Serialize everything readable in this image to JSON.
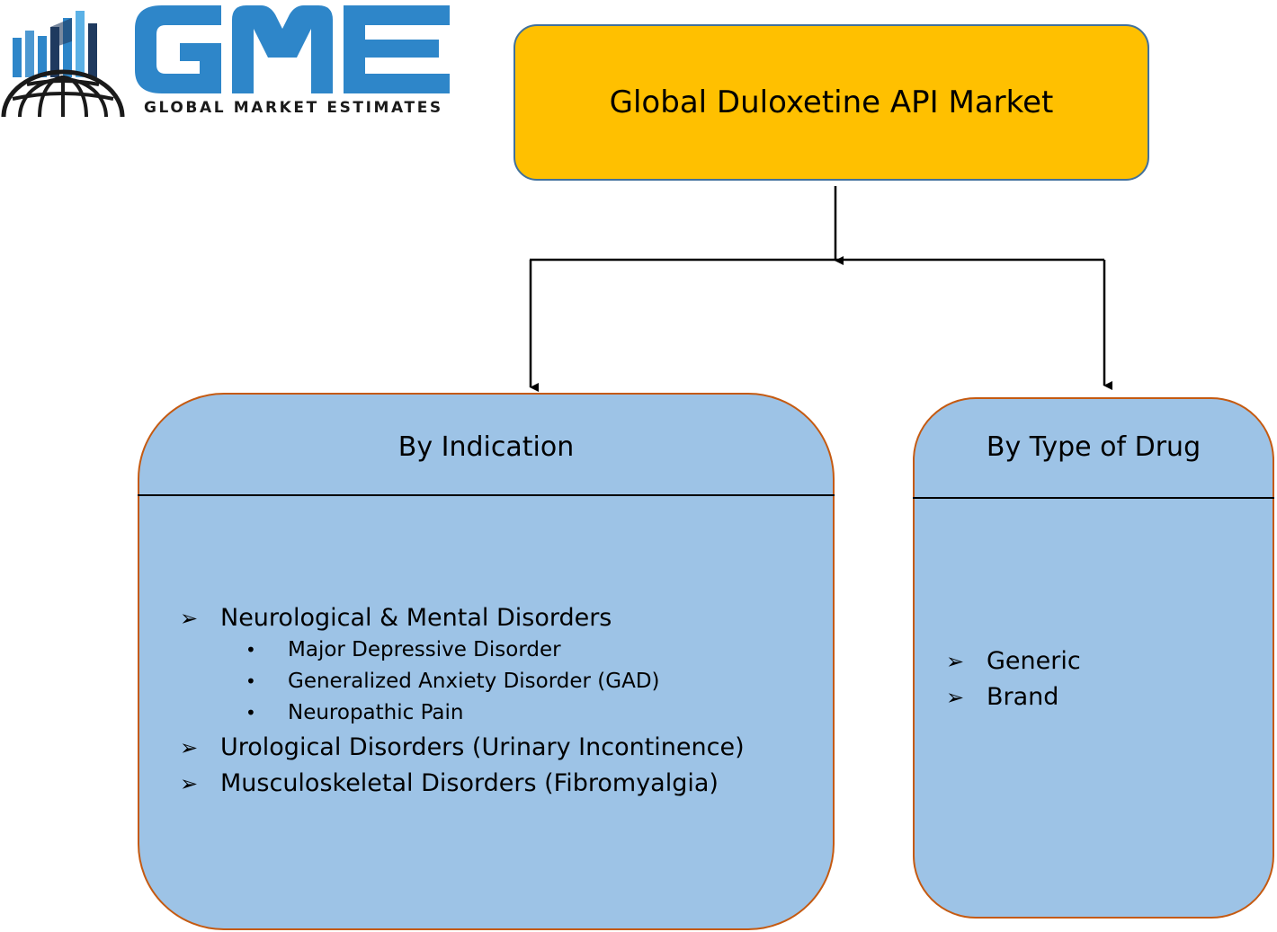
{
  "logo": {
    "letters": "GME",
    "tagline": "GLOBAL MARKET ESTIMATES",
    "colors": {
      "primary": "#2e86c9",
      "dark": "#1f3a5f"
    }
  },
  "title": "Global Duloxetine API Market",
  "segments": [
    {
      "header": "By Indication",
      "items": [
        {
          "label": "Neurological & Mental Disorders",
          "sub_items": [
            "Major Depressive Disorder",
            "Generalized Anxiety Disorder (GAD)",
            "Neuropathic Pain"
          ]
        },
        {
          "label": "Urological Disorders (Urinary Incontinence)"
        },
        {
          "label": "Musculoskeletal Disorders (Fibromyalgia)"
        }
      ]
    },
    {
      "header": "By Type of Drug",
      "items": [
        {
          "label": "Generic"
        },
        {
          "label": "Brand"
        }
      ]
    }
  ],
  "colors": {
    "title_fill": "#ffc000",
    "title_border": "#41719c",
    "segment_fill": "#9dc3e6",
    "segment_border": "#c55a11"
  }
}
